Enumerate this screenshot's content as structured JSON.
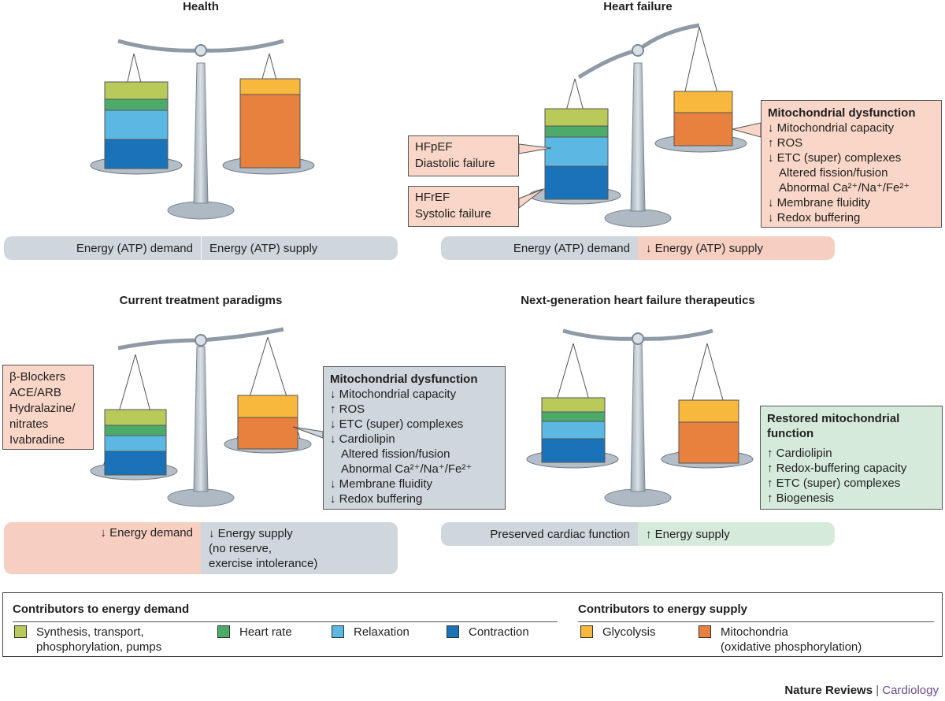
{
  "panels": {
    "health": {
      "title": "Health",
      "demand_label": "Energy (ATP) demand",
      "supply_label": "Energy (ATP) supply"
    },
    "heart_failure": {
      "title": "Heart failure",
      "demand_label": "Energy (ATP) demand",
      "supply_label": "↓ Energy (ATP) supply",
      "callout_hfpef": [
        "HFpEF",
        "Diastolic failure"
      ],
      "callout_hfref": [
        "HFrEF",
        "Systolic failure"
      ],
      "dysfunction_title": "Mitochondrial dysfunction",
      "dysfunction_items": [
        "↓ Mitochondrial capacity",
        "↑ ROS",
        "↓ ETC (super) complexes",
        "Altered fission/fusion",
        "Abnormal Ca²⁺/Na⁺/Fe²⁺",
        "↓ Membrane fluidity",
        "↓ Redox buffering"
      ]
    },
    "current": {
      "title": "Current treatment paradigms",
      "drugs": [
        "β-Blockers",
        "ACE/ARB",
        "Hydralazine/",
        "nitrates",
        "Ivabradine"
      ],
      "demand_label": "↓ Energy demand",
      "supply_label": "↓ Energy supply",
      "supply_note1": "(no reserve,",
      "supply_note2": "exercise intolerance)",
      "dysfunction_title": "Mitochondrial dysfunction",
      "dysfunction_items": [
        "↓ Mitochondrial capacity",
        "↑ ROS",
        "↓ ETC (super) complexes",
        "↓ Cardiolipin",
        "Altered fission/fusion",
        "Abnormal Ca²⁺/Na⁺/Fe²⁺",
        "↓ Membrane fluidity",
        "↓ Redox buffering"
      ]
    },
    "next_gen": {
      "title": "Next-generation heart failure therapeutics",
      "demand_label": "Preserved cardiac function",
      "supply_label": "↑ Energy supply",
      "restored_title1": "Restored mitochondrial",
      "restored_title2": "function",
      "restored_items": [
        "↑ Cardiolipin",
        "↑ Redox-buffering capacity",
        "↑ ETC (super) complexes",
        "↑ Biogenesis"
      ]
    }
  },
  "legend": {
    "demand_header": "Contributors to energy demand",
    "supply_header": "Contributors to energy supply",
    "items": [
      {
        "label1": "Synthesis, transport,",
        "label2": "phosphorylation, pumps",
        "color": "#b9c95a"
      },
      {
        "label1": "Heart rate",
        "label2": "",
        "color": "#4dab6a"
      },
      {
        "label1": "Relaxation",
        "label2": "",
        "color": "#5bb8e3"
      },
      {
        "label1": "Contraction",
        "label2": "",
        "color": "#1a72b8"
      },
      {
        "label1": "Glycolysis",
        "label2": "",
        "color": "#f8b73d"
      },
      {
        "label1": "Mitochondria",
        "label2": "(oxidative phosphorylation)",
        "color": "#e8813e"
      }
    ]
  },
  "footer": {
    "journal": "Nature Reviews",
    "separator": " | ",
    "section": "Cardiology"
  },
  "colors": {
    "synthesis": "#b9c95a",
    "heart_rate": "#4dab6a",
    "relaxation": "#5bb8e3",
    "contraction": "#1a72b8",
    "glycolysis": "#f8b73d",
    "mitochondria": "#e8813e",
    "scale": "#b8c3cc"
  }
}
